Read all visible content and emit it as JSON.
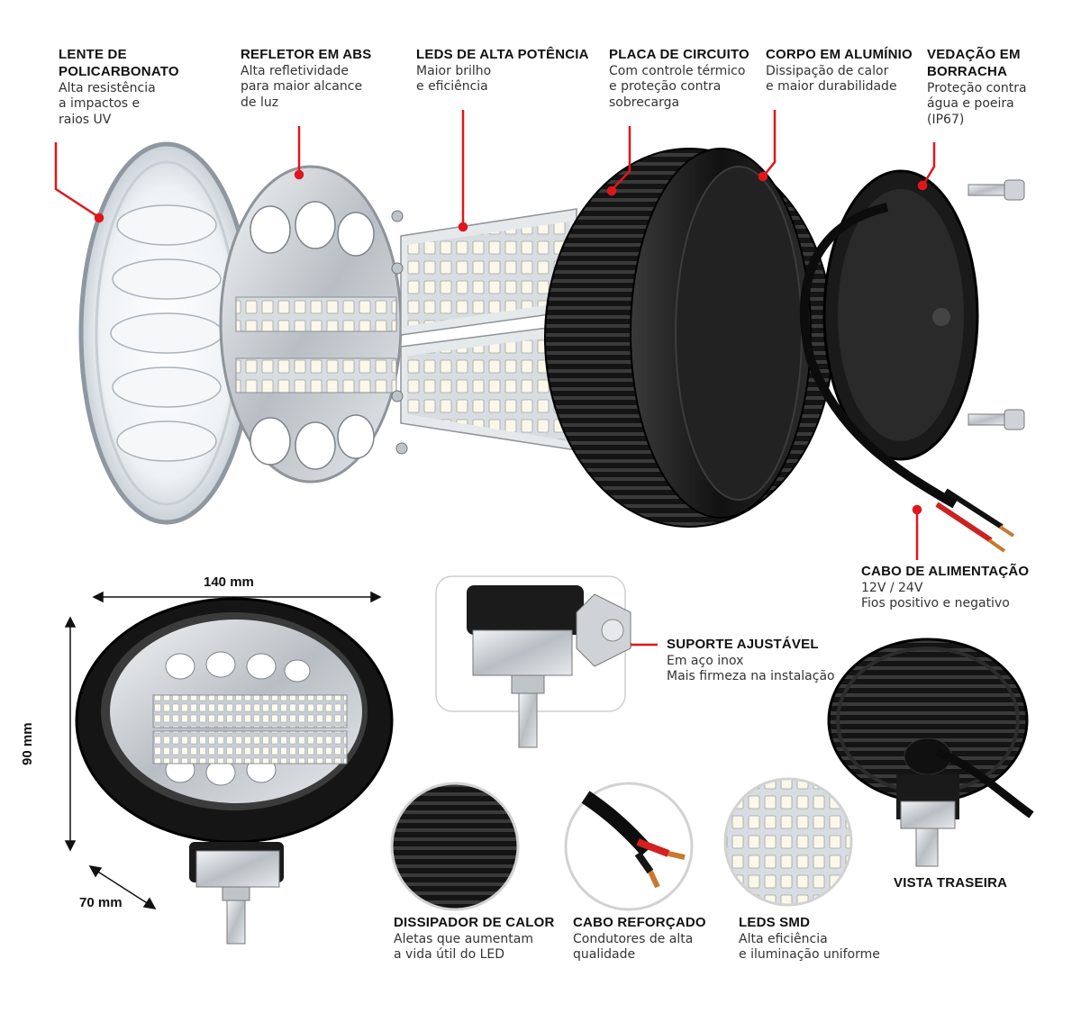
{
  "labels": {
    "lens": {
      "title_1": "LENTE DE",
      "title_2": "POLICARBONATO",
      "desc_1": "Alta resistência",
      "desc_2": "a impactos e",
      "desc_3": "raios UV"
    },
    "reflector": {
      "title": "REFLETOR EM ABS",
      "desc_1": "Alta refletividade",
      "desc_2": "para maior alcance",
      "desc_3": "de luz"
    },
    "leds_power": {
      "title": "LEDS DE ALTA POTÊNCIA",
      "desc_1": "Maior brilho",
      "desc_2": "e eficiência"
    },
    "circuit": {
      "title": "PLACA DE CIRCUITO",
      "desc_1": "Com controle térmico",
      "desc_2": "e proteção contra",
      "desc_3": "sobrecarga"
    },
    "body": {
      "title": "CORPO EM ALUMÍNIO",
      "desc_1": "Dissipação de calor",
      "desc_2": "e maior durabilidade"
    },
    "seal": {
      "title_1": "VEDAÇÃO EM",
      "title_2": "BORRACHA",
      "desc_1": "Proteção contra",
      "desc_2": "água e poeira",
      "desc_3": "(IP67)"
    },
    "cable": {
      "title": "CABO DE ALIMENTAÇÃO",
      "desc_1": "12V / 24V",
      "desc_2": "Fios positivo e negativo"
    },
    "bracket": {
      "title": "SUPORTE AJUSTÁVEL",
      "desc_1": "Em aço inox",
      "desc_2": "Mais firmeza na instalação"
    },
    "rear": {
      "title": "VISTA TRASEIRA"
    },
    "heatsink": {
      "title": "DISSIPADOR DE CALOR",
      "desc_1": "Aletas que aumentam",
      "desc_2": "a vida útil do LED"
    },
    "cable_reinforced": {
      "title": "CABO REFORÇADO",
      "desc_1": "Condutores de alta",
      "desc_2": "qualidade"
    },
    "leds_smd": {
      "title": "LEDS SMD",
      "desc_1": "Alta eficiência",
      "desc_2": "e iluminação uniforme"
    }
  },
  "dimensions": {
    "width": "140 mm",
    "height": "90 mm",
    "depth": "70 mm"
  },
  "colors": {
    "accent": "#e0161b",
    "housing": "#1b1b1b",
    "metal": "#c9cdd2",
    "led": "#f6f3e6"
  }
}
